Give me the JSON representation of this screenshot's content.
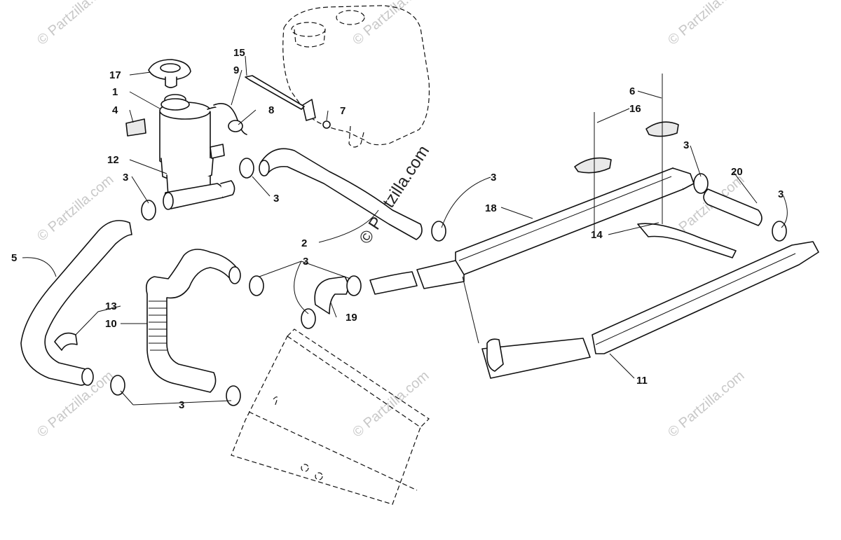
{
  "watermark": {
    "text": "© Partzilla.com",
    "center_text": "© Partzilla.com",
    "color": "#c8c8c8"
  },
  "callouts": {
    "c1": "1",
    "c2": "2",
    "c3a": "3",
    "c3b": "3",
    "c3c": "3",
    "c3d": "3",
    "c3e": "3",
    "c3f": "3",
    "c3g": "3",
    "c4": "4",
    "c5": "5",
    "c6": "6",
    "c7": "7",
    "c8": "8",
    "c9": "9",
    "c10": "10",
    "c11": "11",
    "c12": "12",
    "c13": "13",
    "c14": "14",
    "c15": "15",
    "c16": "16",
    "c17": "17",
    "c18": "18",
    "c19": "19",
    "c20": "20"
  }
}
